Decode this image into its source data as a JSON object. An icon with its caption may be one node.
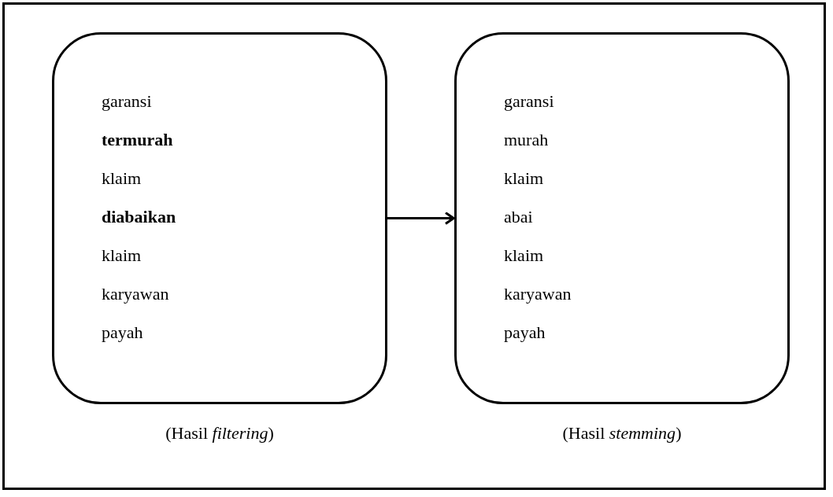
{
  "diagram": {
    "nodes": [
      {
        "text": [
          "garansi",
          "**termurah**",
          "klaim",
          "**diabaikan**",
          "klaim",
          "karyawan",
          "payah"
        ],
        "beside": [
          "(Hasil *filtering*)"
        ]
      },
      {
        "text": [
          "garansi",
          "murah",
          "klaim",
          "abai",
          "klaim",
          "karyawan",
          "payah"
        ],
        "beside": [
          "(Hasil *stemming*)"
        ]
      }
    ],
    "edges": [
      {
        "from": 0,
        "to": 1,
        "arrow": "to"
      }
    ]
  }
}
